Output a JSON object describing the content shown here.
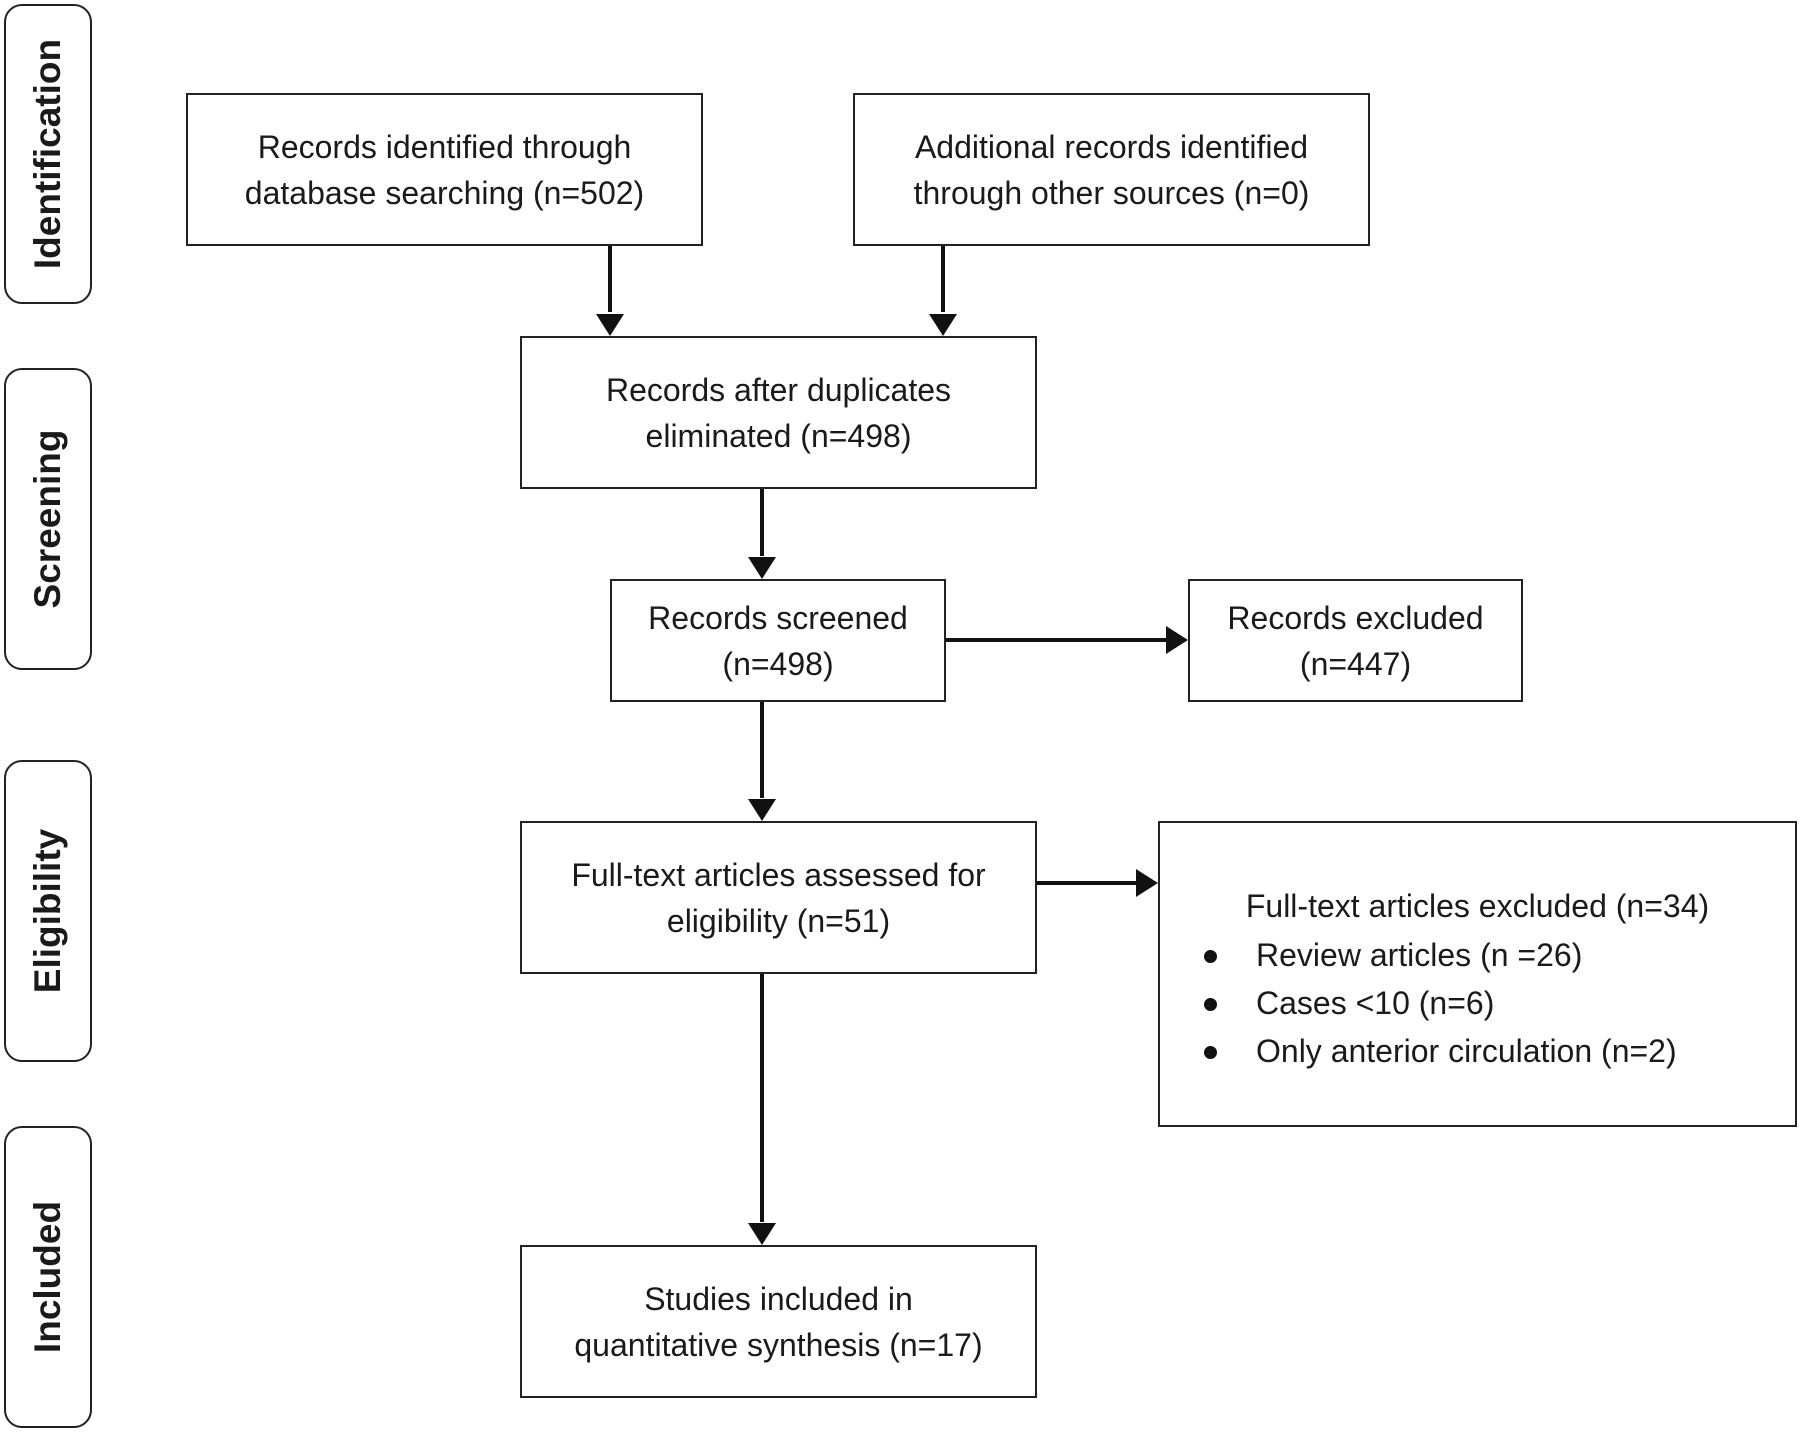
{
  "phases": {
    "identification": "Identification",
    "screening": "Screening",
    "eligibility": "Eligibility",
    "included": "Included"
  },
  "boxes": {
    "database_records": {
      "line1": "Records identified through",
      "line2": "database searching (n=502)"
    },
    "other_sources": {
      "line1": "Additional records identified",
      "line2": "through other sources (n=0)"
    },
    "after_duplicates": {
      "line1": "Records after duplicates",
      "line2": "eliminated (n=498)"
    },
    "screened": {
      "line1": "Records screened",
      "line2": "(n=498)"
    },
    "excluded": {
      "line1": "Records excluded",
      "line2": "(n=447)"
    },
    "fulltext_assessed": {
      "line1": "Full-text articles assessed for",
      "line2": "eligibility (n=51)"
    },
    "fulltext_excluded": {
      "title": "Full-text articles excluded (n=34)",
      "reasons": [
        "Review articles (n =26)",
        "Cases <10 (n=6)",
        "Only anterior circulation (n=2)"
      ]
    },
    "included_studies": {
      "line1": "Studies included in",
      "line2": "quantitative synthesis (n=17)"
    }
  }
}
